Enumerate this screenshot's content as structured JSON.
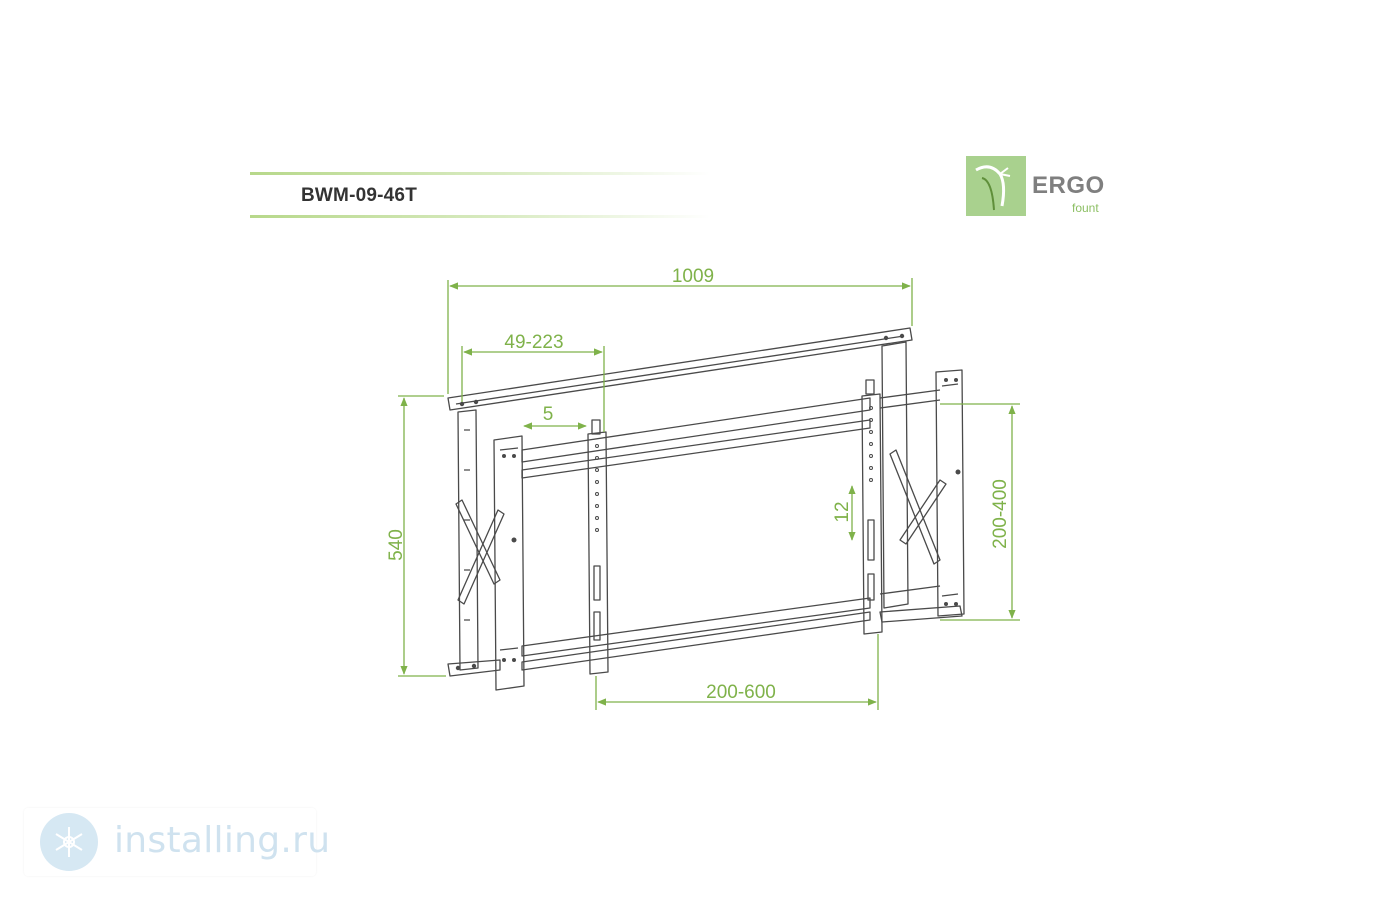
{
  "header": {
    "model": "BWM-09-46T"
  },
  "logo": {
    "word": "ERGO",
    "sub": "fount",
    "brand_color": "#a9d18e",
    "icon": "ergofount-logo-icon"
  },
  "dimensions": {
    "overall_width": "1009",
    "arm_offset": "49-223",
    "small_gap": "5",
    "overall_height": "540",
    "vertical_adjust": "12",
    "vesa_vertical": "200-400",
    "vesa_horizontal": "200-600"
  },
  "colors": {
    "dimension_green": "#7fb24a",
    "line_drawing": "#4a4a4a"
  },
  "watermark": {
    "text": "installing.ru",
    "icon": "snowflake-globe-icon"
  }
}
